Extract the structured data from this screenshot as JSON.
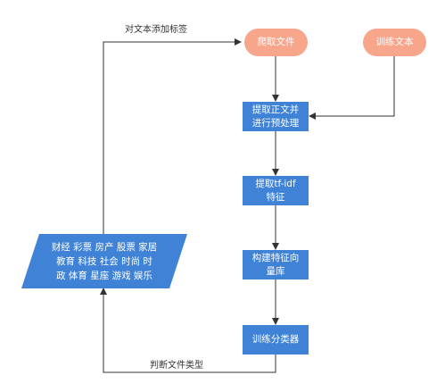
{
  "nodes": {
    "crawl": "爬取文件",
    "train_text": "训练文本",
    "extract_line1": "提取正文并",
    "extract_line2": "进行预处理",
    "tfidf_line1": "提取tf-idf",
    "tfidf_line2": "特征",
    "vector_line1": "构建特征向",
    "vector_line2": "量库",
    "classifier": "训练分类器",
    "categories_line1": "财经 彩票 房产 股票 家居",
    "categories_line2": "教育 科技 社会 时尚 时",
    "categories_line3": "政 体育 星座 游戏 娱乐"
  },
  "edges": {
    "label_tag": "对文本添加标签",
    "label_judge": "判断文件类型"
  },
  "colors": {
    "start_end": "#f7a68c",
    "process": "#3f82d6",
    "arrow": "#333333"
  }
}
